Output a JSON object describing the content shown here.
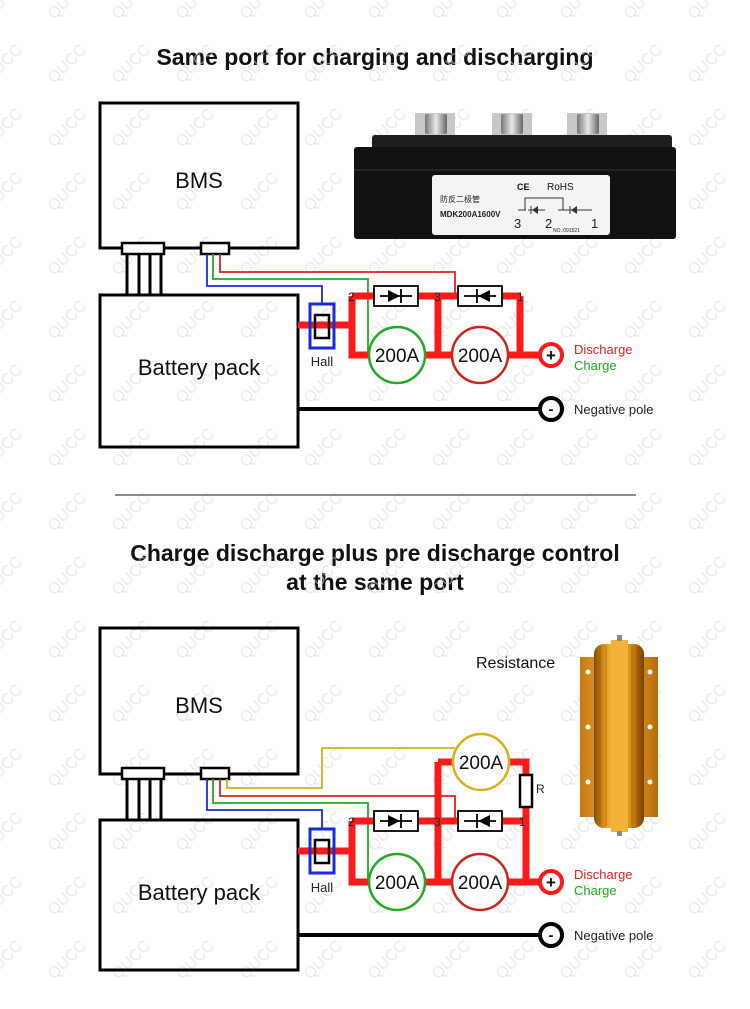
{
  "watermark": "QUCC",
  "section1": {
    "title": "Same port for charging and discharging",
    "bms_label": "BMS",
    "battery_label": "Battery pack",
    "hall_label": "Hall",
    "node_labels": [
      "2",
      "3",
      "1"
    ],
    "relay_green_label": "200A",
    "relay_red_label": "200A",
    "positive_symbol": "+",
    "negative_symbol": "-",
    "discharge_label": "Discharge",
    "charge_label": "Charge",
    "negative_label": "Negative pole",
    "module_photo": {
      "chinese_label": "防反二极管",
      "model": "MDK200A1600V",
      "ce": "CE",
      "rohs": "RoHS",
      "pins": [
        "3",
        "2",
        "1"
      ],
      "serial": "NO.:091521"
    }
  },
  "section2": {
    "title_line1": "Charge discharge plus pre discharge control",
    "title_line2": "at the same port",
    "bms_label": "BMS",
    "battery_label": "Battery pack",
    "hall_label": "Hall",
    "node_labels": [
      "2",
      "3",
      "1"
    ],
    "relay_green_label": "200A",
    "relay_red_label": "200A",
    "relay_yellow_label": "200A",
    "resistor_label": "R",
    "resistance_label": "Resistance",
    "positive_symbol": "+",
    "negative_symbol": "-",
    "discharge_label": "Discharge",
    "charge_label": "Charge",
    "negative_label": "Negative pole"
  },
  "colors": {
    "power_red": "#ff1a1a",
    "wire_red": "#e02020",
    "wire_green": "#22aa22",
    "wire_blue": "#1a2bdd",
    "wire_yellow": "#d4b21a",
    "relay_green": "#22aa22",
    "relay_red": "#cc2222",
    "relay_yellow": "#d4b21a",
    "discharge_text": "#dd2222",
    "charge_text": "#22aa22"
  }
}
